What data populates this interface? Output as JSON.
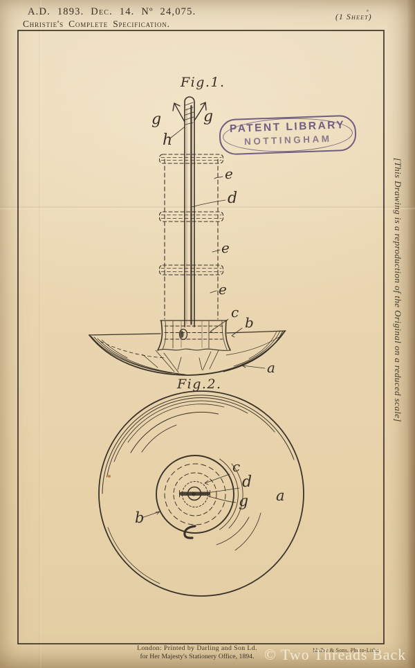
{
  "header": {
    "line1": "A.D. 1893. Dec. 14. Nº 24,075.",
    "line2": "Christie's Complete Specification.",
    "sheet": "(1 Sheet)"
  },
  "stamp": {
    "line1": "PATENT LIBRARY",
    "line2": "NOTTINGHAM",
    "color": "#6c5ea1"
  },
  "side_note": "[This Drawing is a reproduction of the Original on a reduced scale]",
  "fig1": {
    "title": "Fig.1.",
    "labels": {
      "g_left": "g",
      "g_right": "g",
      "h": "h",
      "e1": "e",
      "d": "d",
      "e2": "e",
      "e3": "e",
      "c": "c",
      "b": "b",
      "a": "a"
    }
  },
  "fig2": {
    "title": "Fig.2.",
    "labels": {
      "c": "c",
      "d": "d",
      "g": "g",
      "a": "a",
      "b": "b"
    }
  },
  "footer": {
    "imprint_line1": "London: Printed by Darling and Son Ld.",
    "imprint_line2": "for Her Majesty's Stationery Office, 1894.",
    "litho": "Malby & Sons, Photo-Litho.",
    "watermark": "© Two Threads Back"
  },
  "colors": {
    "paper": "#e9d6b2",
    "ink": "#3b332a",
    "stamp": "#6c5ea1"
  }
}
